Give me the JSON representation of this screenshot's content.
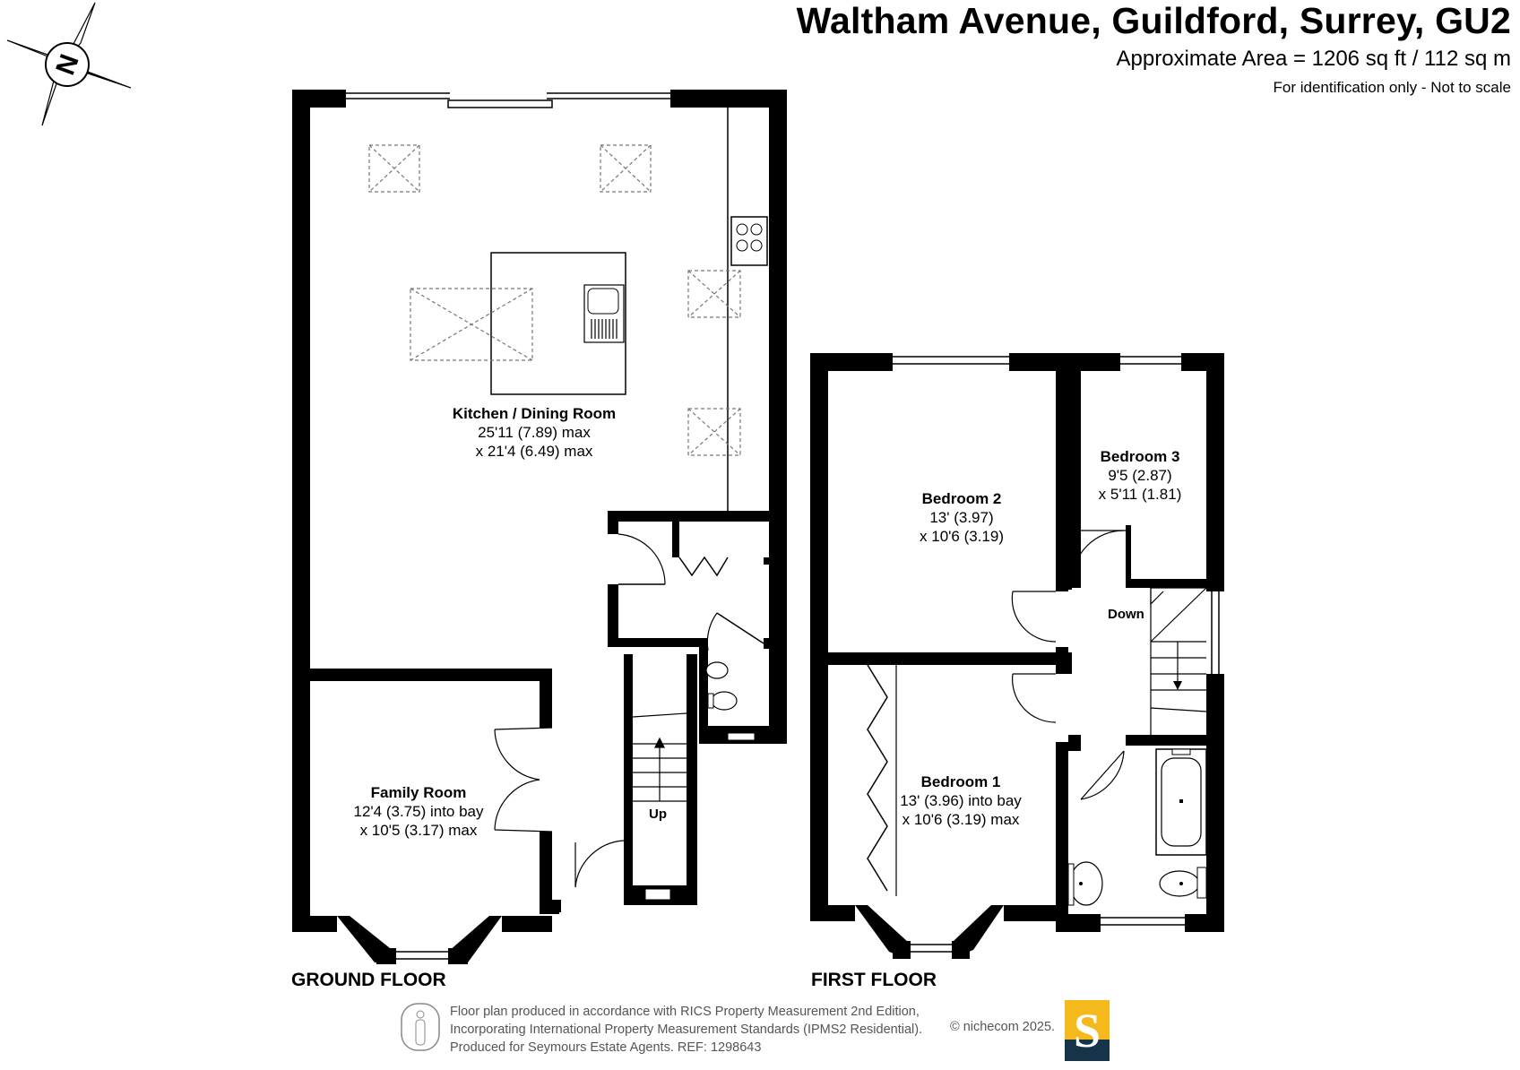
{
  "header": {
    "title": "Waltham Avenue, Guildford, Surrey, GU2",
    "area": "Approximate Area = 1206 sq ft / 112 sq m",
    "disclaimer": "For identification only - Not to scale"
  },
  "floors": {
    "ground": "GROUND FLOOR",
    "first": "FIRST FLOOR"
  },
  "rooms": {
    "kitchen": {
      "name": "Kitchen / Dining Room",
      "dim1": "25'11 (7.89) max",
      "dim2": "x 21'4 (6.49) max"
    },
    "family": {
      "name": "Family Room",
      "dim1": "12'4 (3.75) into bay",
      "dim2": "x 10'5 (3.17) max"
    },
    "bedroom1": {
      "name": "Bedroom 1",
      "dim1": "13' (3.96) into bay",
      "dim2": "x 10'6 (3.19) max"
    },
    "bedroom2": {
      "name": "Bedroom 2",
      "dim1": "13' (3.97)",
      "dim2": "x 10'6 (3.19)"
    },
    "bedroom3": {
      "name": "Bedroom 3",
      "dim1": "9'5  (2.87)",
      "dim2": "x 5'11 (1.81)"
    }
  },
  "stairs": {
    "up": "Up",
    "down": "Down"
  },
  "compass": {
    "label": "N",
    "icon": "north-arrow-icon"
  },
  "footer": {
    "line1": "Floor plan produced in accordance with RICS Property Measurement 2nd Edition,",
    "line2": "Incorporating International Property Measurement Standards (IPMS2 Residential).",
    "line3": "Produced for Seymours Estate Agents.   REF: 1298643",
    "copyright": "© nichecom 2025."
  },
  "logo": {
    "letter": "S",
    "colors": {
      "top": "#f5b81d",
      "bottom": "#15344a"
    }
  }
}
